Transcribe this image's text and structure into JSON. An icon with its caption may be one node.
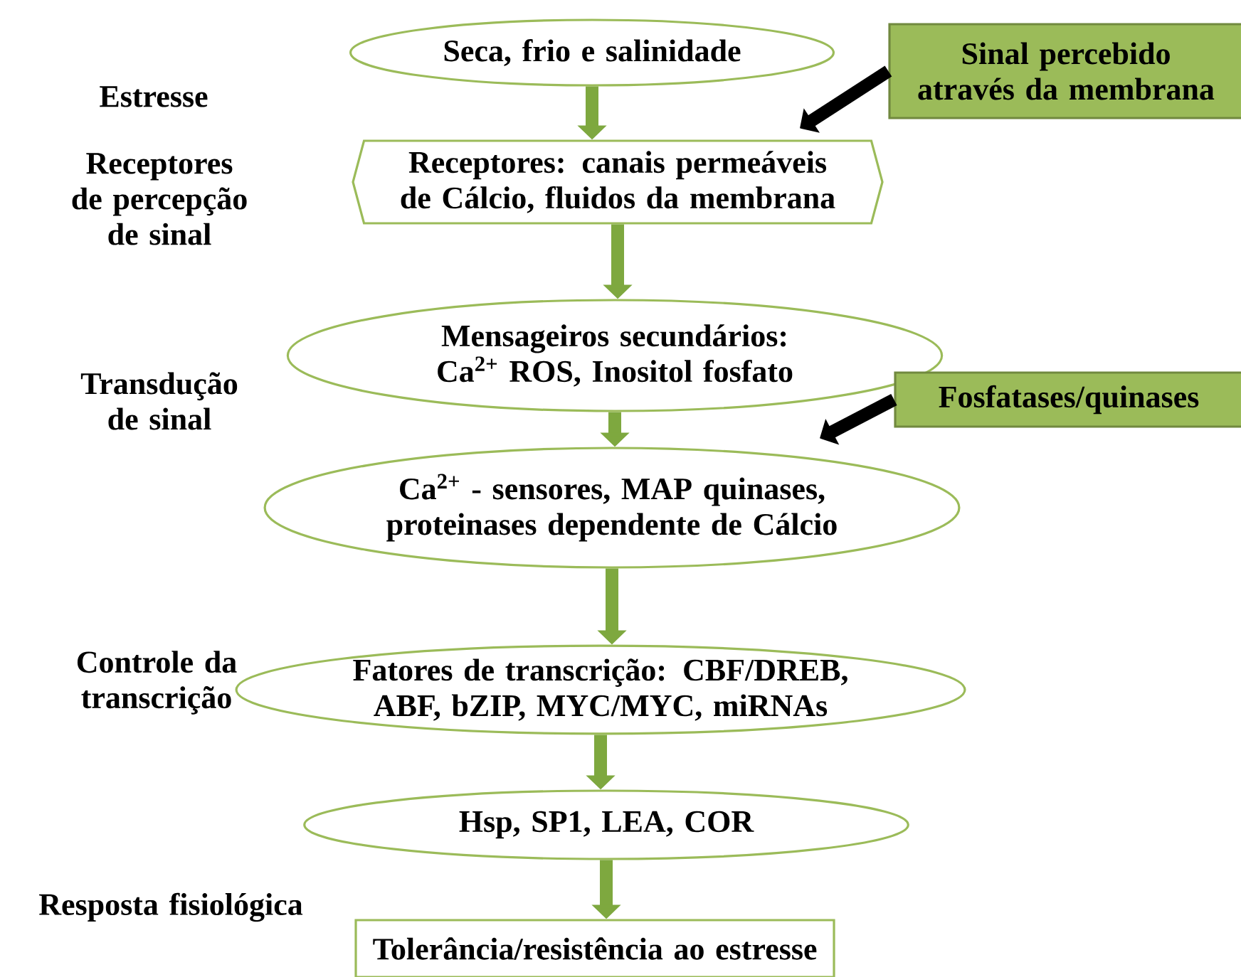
{
  "diagram": {
    "nodes": [
      {
        "text": [
          "Seca, frio e salinidade"
        ]
      },
      {
        "text": [
          "Receptores: canais permeáveis de Cálcio, fluidos da membrana"
        ]
      },
      {
        "text": [
          "Mensageiros secundários: Ca$^{2+}$ ROS, Inositol fosfato"
        ]
      },
      {
        "text": [
          "Ca$^{2+}$ - sensores, MAP quinases, proteinases dependente de Cálcio"
        ]
      },
      {
        "text": [
          "Fatores de transcrição: CBF/DREB, ABF, bZIP, MYC/MYC, miRNAs"
        ]
      },
      {
        "text": [
          "Hsp, SP1, LEA, COR"
        ]
      },
      {
        "text": [
          "Tolerância/resistência ao estresse"
        ]
      },
      {
        "text": [
          "Sinal percebido através da membrana"
        ]
      },
      {
        "text": [
          "Fosfatases/quinases"
        ]
      }
    ],
    "edges": [
      {
        "from": 0,
        "to": 1,
        "arrow": "to"
      },
      {
        "from": 1,
        "to": 2,
        "arrow": "to"
      },
      {
        "from": 2,
        "to": 3,
        "arrow": "to"
      },
      {
        "from": 3,
        "to": 4,
        "arrow": "to"
      },
      {
        "from": 4,
        "to": 5,
        "arrow": "to"
      },
      {
        "from": 5,
        "to": 6,
        "arrow": "to"
      },
      {
        "from": 7,
        "to": 1,
        "arrow": "to",
        "color": "#000000"
      },
      {
        "from": 8,
        "to": 3,
        "arrow": "to",
        "color": "#000000"
      }
    ],
    "labels": [
      "Estresse",
      "Receptores de percepção de sinal",
      "Transdução de sinal",
      "Controle da transcrição",
      "Resposta fisiológica"
    ]
  }
}
